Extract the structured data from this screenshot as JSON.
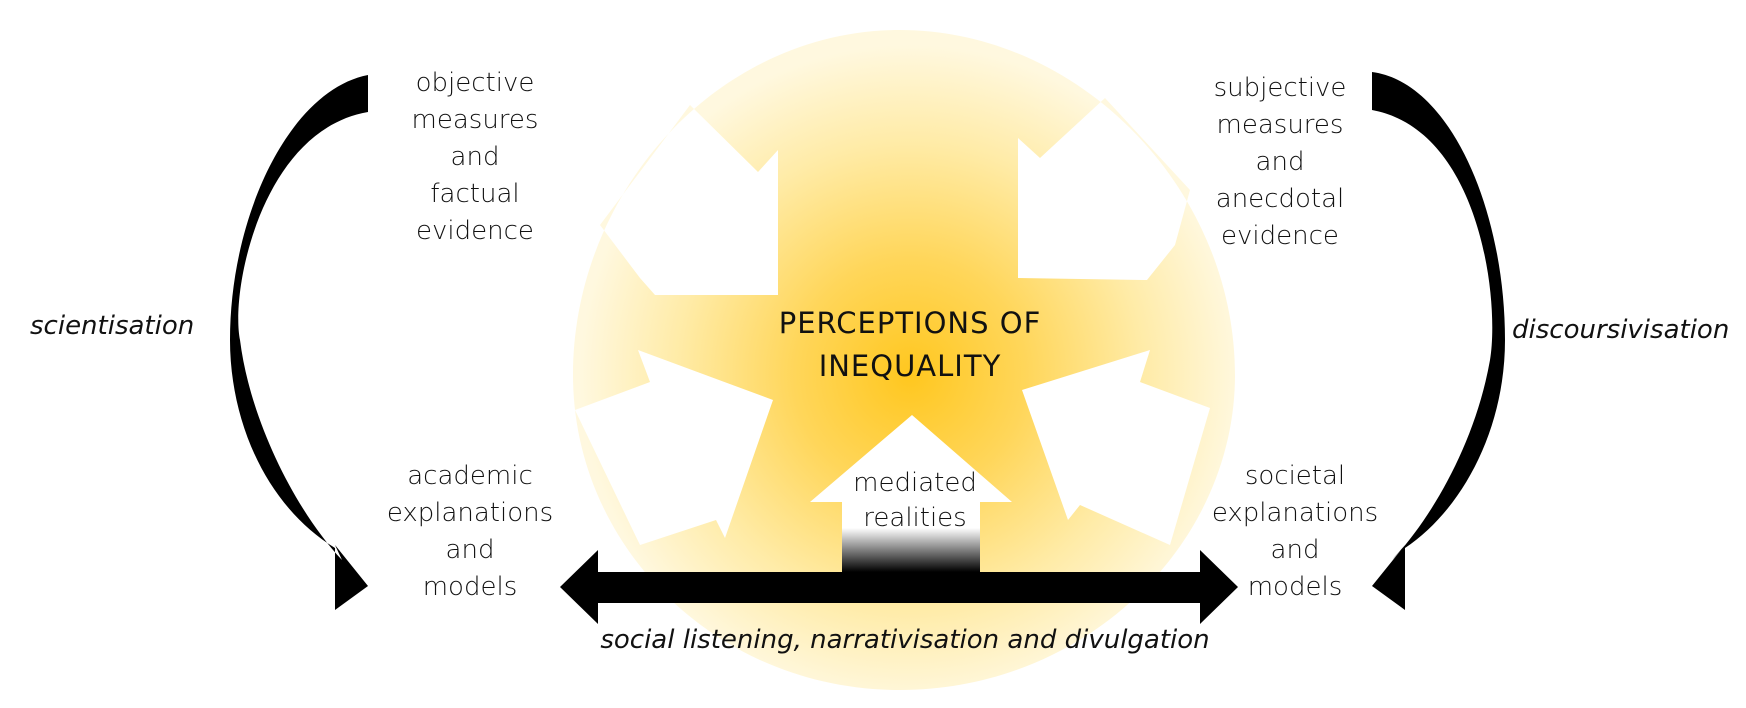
{
  "center_title": "PERCEPTIONS OF\nINEQUALITY",
  "top_left_text": "objective\nmeasures\nand\nfactual\nevidence",
  "top_right_text": "subjective\nmeasures\nand\nanecdotal\nevidence",
  "bottom_left_text": "academic\nexplanations\nand\nmodels",
  "bottom_right_text": "societal\nexplanations\nand\nmodels",
  "left_process": "scientisation",
  "right_process": "discoursivisation",
  "bottom_process": "social listening, narrativisation and divulgation",
  "center_arrow_text": "mediated\nrealities",
  "colors": {
    "glow": "#FFC933",
    "arrow": "#000000",
    "background": "#FFFFFF"
  }
}
